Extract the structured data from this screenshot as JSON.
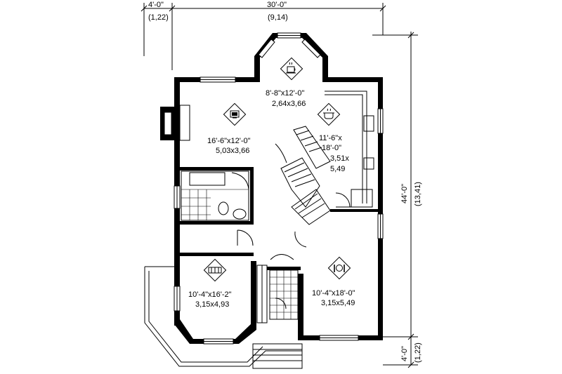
{
  "dimensions": {
    "top_left_imperial": "4'-0\"",
    "top_left_metric": "(1,22)",
    "top_main_imperial": "30'-0\"",
    "top_main_metric": "(9,14)",
    "right_main_imperial": "44'-0\"",
    "right_main_metric": "(13,41)",
    "right_small_imperial": "4'-0\"",
    "right_small_metric": "(1,22)"
  },
  "rooms": {
    "breakfast": {
      "imperial": "8'-8\"x12'-0\"",
      "metric": "2,64x3,66",
      "icon": "coffee-cup-icon"
    },
    "living": {
      "imperial": "16'-6\"x12'-0\"",
      "metric": "5,03x3,66",
      "icon": "television-icon"
    },
    "kitchen": {
      "line1": "11'-6\"x",
      "line2": "18'-0\"",
      "line3": "3,51x",
      "line4": "5,49",
      "icon": "cooking-pot-icon"
    },
    "bedroom": {
      "imperial": "10'-4\"x16'-2\"",
      "metric": "3,15x4,93",
      "icon": "bed-icon"
    },
    "dining": {
      "imperial": "10'-4\"x18'-0\"",
      "metric": "3,15x5,49",
      "icon": "place-setting-icon"
    }
  }
}
